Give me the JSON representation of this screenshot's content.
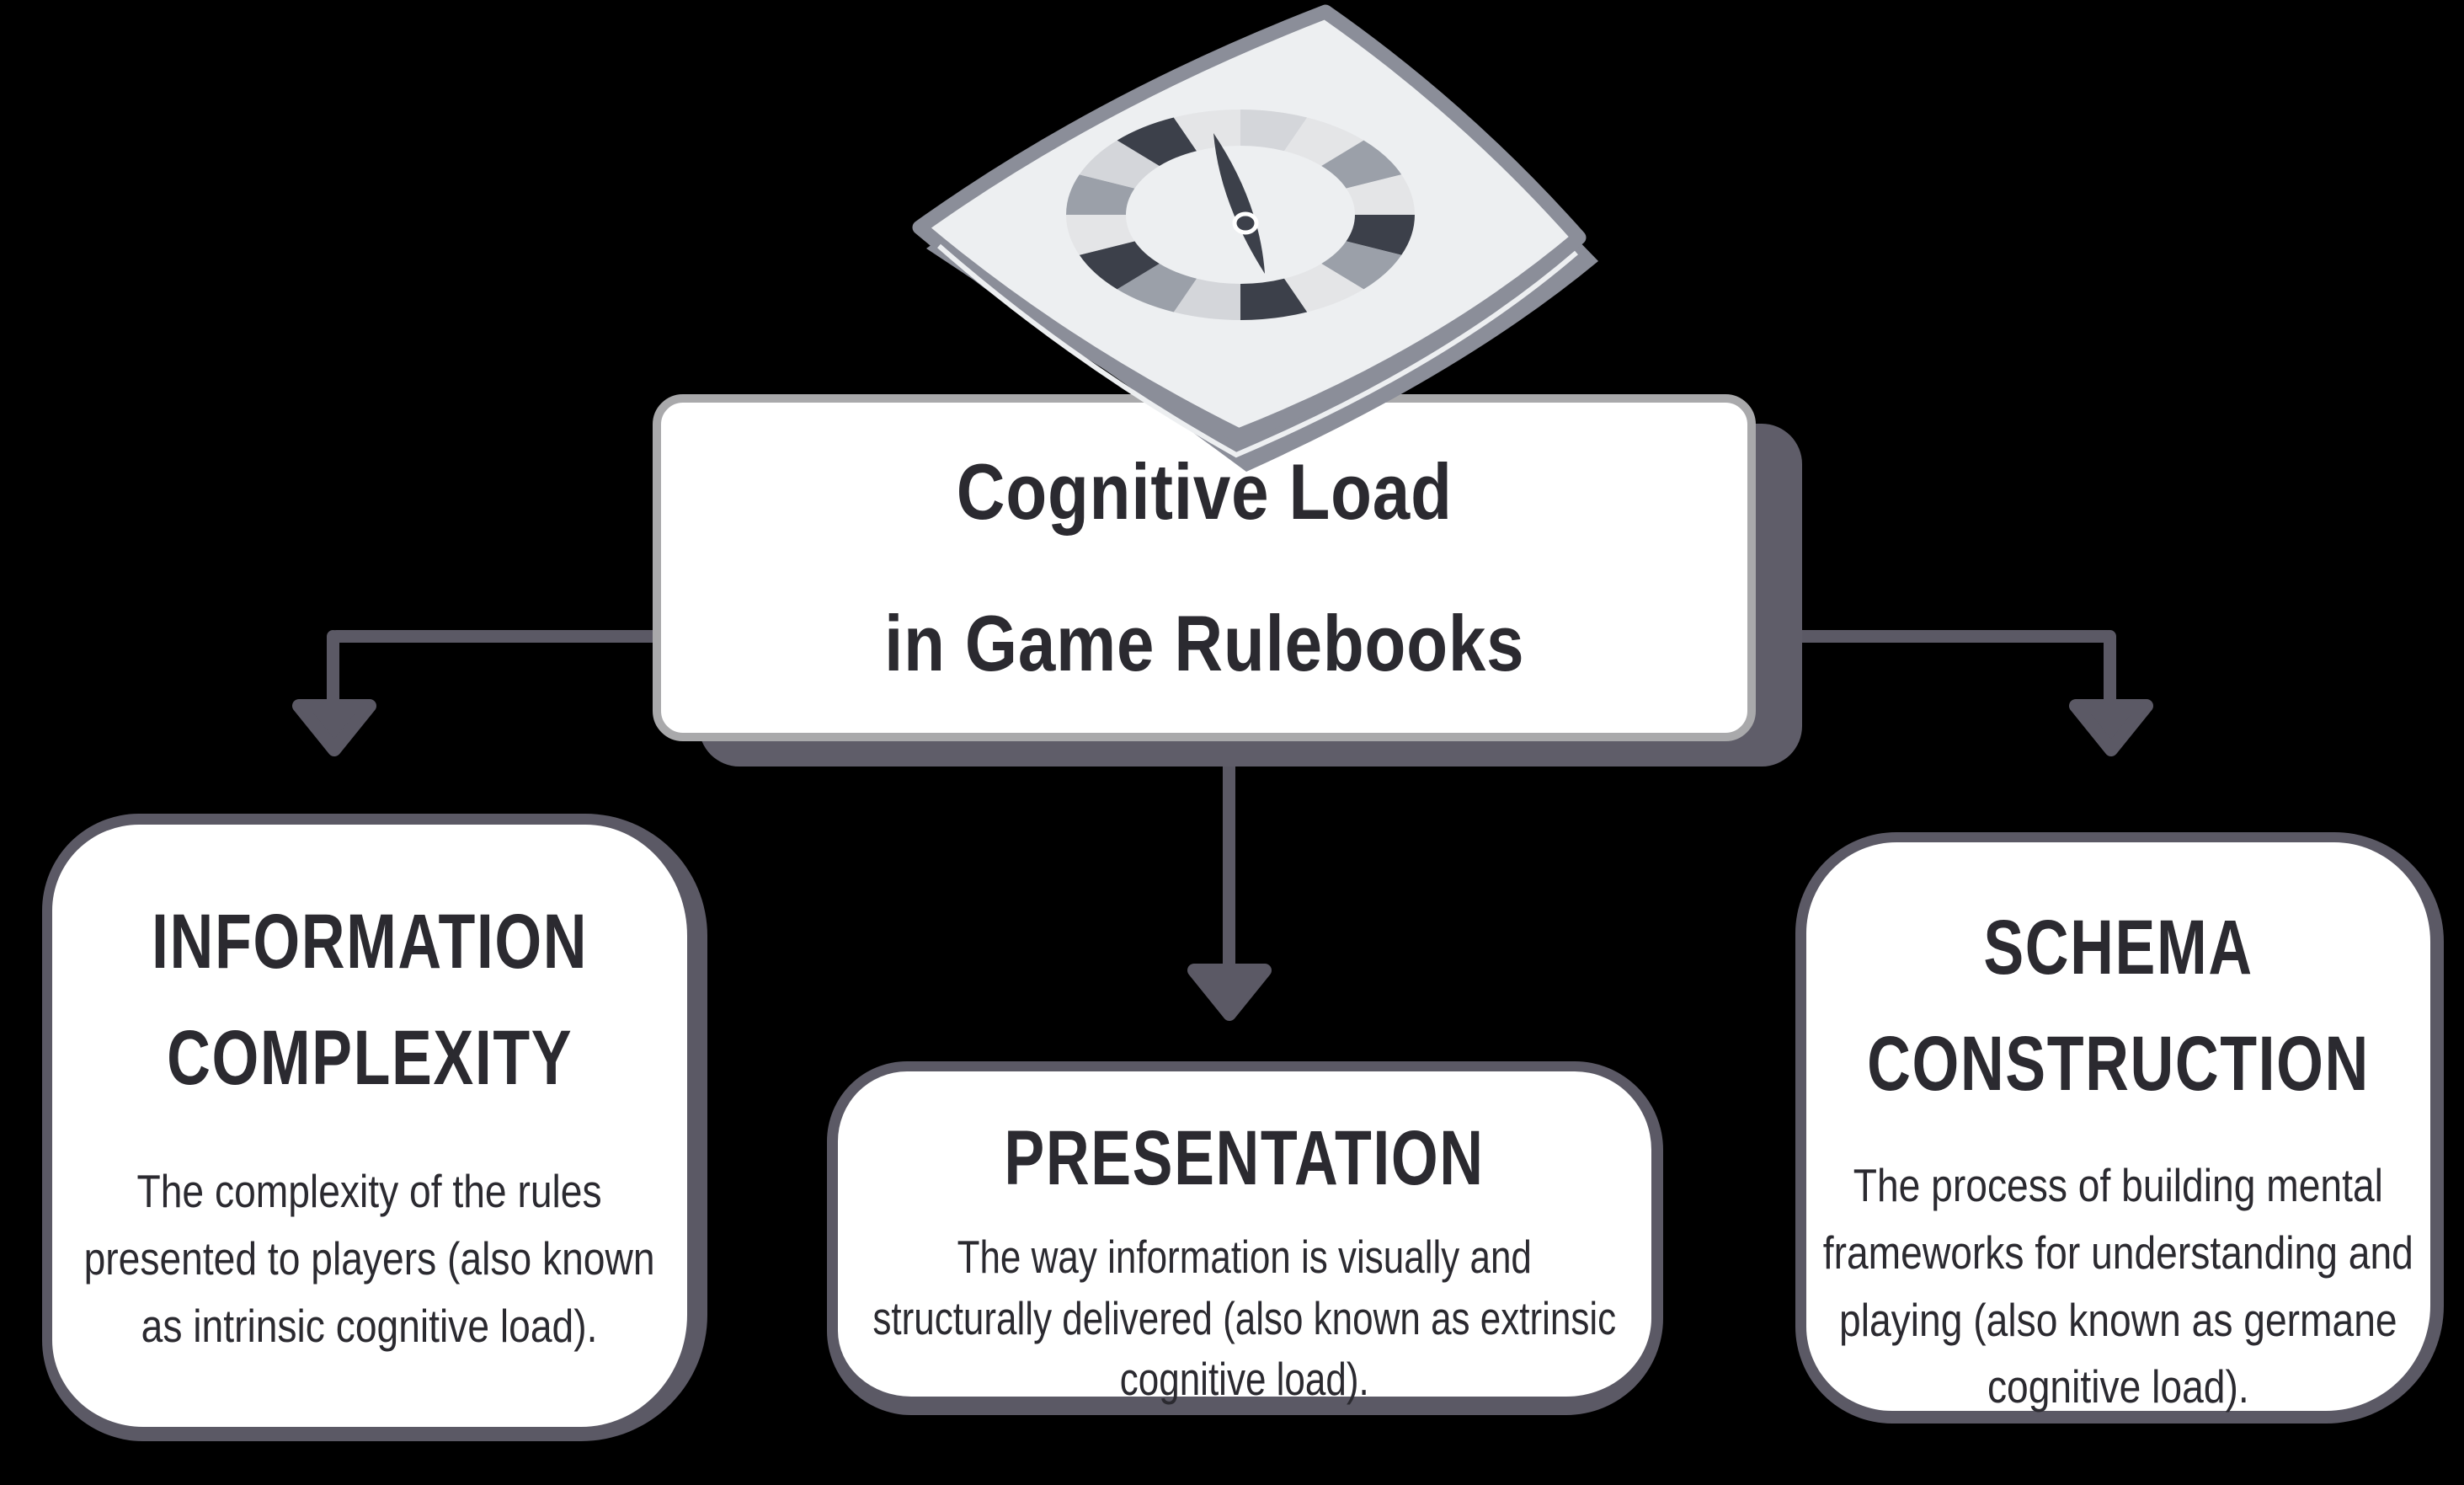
{
  "background": "#000000",
  "palette": {
    "background": "#000000",
    "outline": "#5b5965",
    "shadow": "#5f5d69",
    "card_bg": "#ffffff",
    "title_border": "#a9a9ab",
    "text_dark": "#2b2a30",
    "spinner_gray": "#8b8e99",
    "spinner_face": "#edeff1",
    "segment_dark": "#3c404a",
    "segment_medium": "#9ba0a9",
    "segment_light": "#d4d6da",
    "segment_xlight": "#e4e5e7"
  },
  "title_card": {
    "title": "Cognitive Load\nin Game Rulebooks"
  },
  "branches": [
    {
      "heading": "INFORMATION\nCOMPLEXITY",
      "body": "The complexity of the rules\npresented to players (also known\nas intrinsic cognitive load)."
    },
    {
      "heading": "PRESENTATION",
      "body": "The way information is visually and\nstructurally delivered (also known as extrinsic\ncognitive load)."
    },
    {
      "heading": "SCHEMA\nCONSTRUCTION",
      "body": "The process of building mental\nframeworks for understanding and\nplaying (also known as germane\ncognitive load)."
    }
  ],
  "spinner": {
    "icon": "game-spinner",
    "ring_segments": [
      "#d4d6da",
      "#e4e5e7",
      "#9ba0a9",
      "#e4e5e7",
      "#3c404a",
      "#9ba0a9",
      "#e4e5e7",
      "#3c404a",
      "#d4d6da",
      "#9ba0a9",
      "#3c404a",
      "#e4e5e7",
      "#9ba0a9",
      "#d4d6da",
      "#3c404a",
      "#e4e5e7"
    ]
  }
}
